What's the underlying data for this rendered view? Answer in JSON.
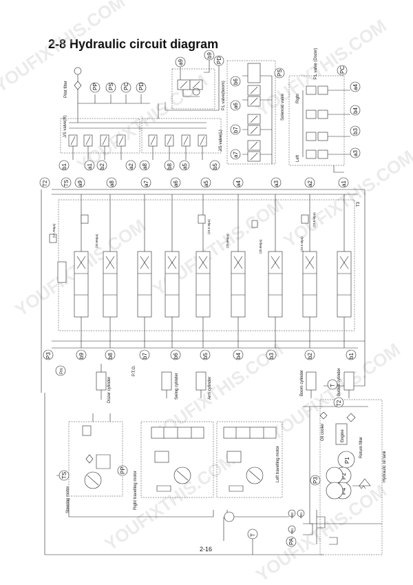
{
  "title": "2-8  Hydraulic circuit diagram",
  "page_number": "2-16",
  "watermark": "YOUFIXTHIS.COM",
  "labels": {
    "pilot_filter": "Pilot filter",
    "js_valve_r": "J/S valve(R)",
    "js_valve_l": "J/S valve(L)",
    "pl_valve_boom": "P.L valve(boom)",
    "solenoid_valve": "Solenoid valve",
    "pl_valve_dozer": "P.L valve (Dozer)",
    "right": "Right",
    "left": "Left",
    "dozer_cylinder": "Dozer cylinder",
    "pto": "P.T.O.",
    "swing_cylinder": "Swing cylinder",
    "arm_cylinder": "Arm cylinder",
    "boom_cylinder": "Boom cylinder",
    "bucket_cylinder": "Bucket cylinder",
    "oil_cooler": "Oil cooler",
    "engine": "Engine",
    "return_filter": "Return filter",
    "hydraulic_oil_tank": "Hydraulic oil tank",
    "steering_motor": "Steering motor",
    "right_travelling_motor": "Right travelling motor",
    "left_travelling_motor": "Left travelling motor",
    "press_17_7": "(17.7Mpa)",
    "press_20_a": "(20.6Mpa)",
    "press_20_b": "(20.6Mpa)",
    "press_20_c": "(20.6Mpa)",
    "press_23_5_a": "(23.5 Mpa)",
    "press_23_5_b": "(23.5 Mpa)",
    "press_23_5_c": "(23.5 Mpa)"
  },
  "top_ports_left": [
    "PP",
    "PS",
    "PC",
    "PD"
  ],
  "top_ports_right": [
    "a9",
    "b9",
    "PD"
  ],
  "top_ports_mid": [
    "b6",
    "a6",
    "b7",
    "a7",
    "PS"
  ],
  "top_ports_far": [
    "PC",
    "a4",
    "b4",
    "b3",
    "a3"
  ],
  "js_bottom_ports": [
    "b1",
    "a1",
    "b2",
    "a2",
    "a8",
    "b8",
    "a5",
    "b5"
  ],
  "valve_top_ports": [
    "T2",
    "TS",
    "a9",
    "a8",
    "a7",
    "a6",
    "a5",
    "a4",
    "a3",
    "a2",
    "a1"
  ],
  "valve_bottom_ports": [
    "P3",
    "b9",
    "b8",
    "b7",
    "b6",
    "b5",
    "b4",
    "b3",
    "b2",
    "b1"
  ],
  "misc_ports": {
    "pm": "Pm",
    "t2b": "T2",
    "t_lower": "T",
    "t_mid": "T",
    "ts": "TS",
    "pp": "PP",
    "p1": "P1",
    "p2": "P2",
    "p3": "P3",
    "p4": "P4",
    "pa": "PA",
    "pb1": "PB1",
    "pb2": "PB2",
    "t3": "T3"
  },
  "colors": {
    "line": "#222222",
    "watermark": "#c8c8c8",
    "background": "#ffffff"
  }
}
